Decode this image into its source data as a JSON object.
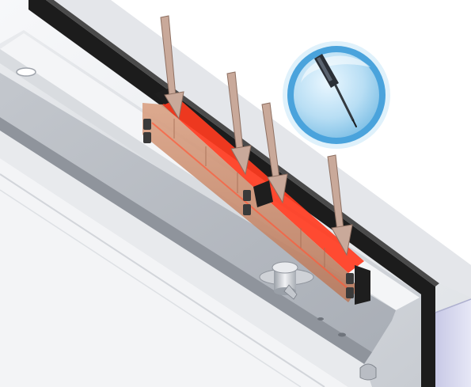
{
  "figure": {
    "kind": "technical-installation-illustration",
    "components": [
      "window-frame",
      "frame-seal",
      "hinge-clip",
      "lock-cylinder",
      "clip-channel"
    ],
    "callouts": {
      "arrow_count": 4,
      "arrow_direction": "down-pointing",
      "tool_badge_icon": "screwdriver-icon"
    },
    "colors": {
      "frame_light": "#eef0f3",
      "frame_mid": "#c9cdd3",
      "frame_shadow": "#9da2aa",
      "seal": "#1c1c1c",
      "clip_highlight": "#ff3b1f",
      "clip_body": "#c98b6e",
      "arrow": "#c9a99a",
      "badge_ring": "#4aa3dc",
      "badge_fill": "#bfe3f7",
      "side_panel": "#d7d8ee"
    }
  }
}
